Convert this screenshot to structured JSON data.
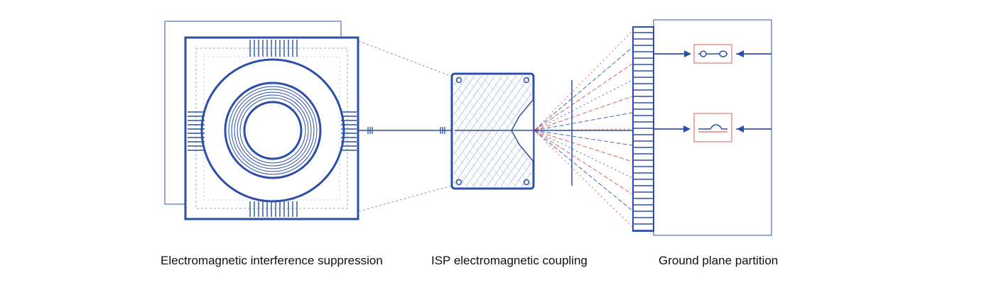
{
  "captions": {
    "emi_suppression": "Electromagnetic interference suppression",
    "isp_coupling": "ISP electromagnetic coupling",
    "ground_partition": "Ground plane partition"
  },
  "colors": {
    "ink_blue": "#2b4fa8",
    "light_blue": "#8fa7d8",
    "accent_red": "#d9473a",
    "caption_text": "#111111",
    "background": "#ffffff"
  },
  "icons": [
    "shielded-coil-module",
    "isp-chip-block",
    "connector-comb",
    "filter-component-top",
    "filter-component-bottom"
  ]
}
